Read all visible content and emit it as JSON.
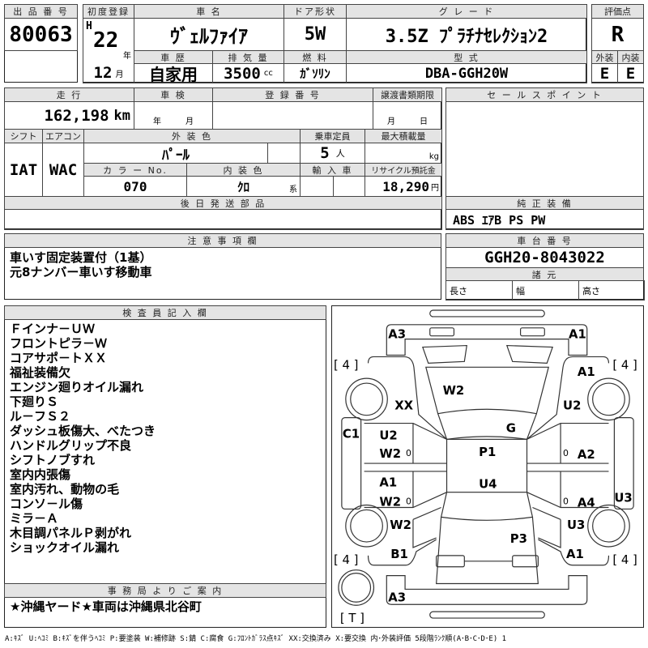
{
  "lot": {
    "label": "出 品 番 号",
    "value": "80063"
  },
  "first_reg": {
    "label": "初度登録",
    "era": "H",
    "year": "22",
    "year_unit": "年",
    "month": "12",
    "month_unit": "月"
  },
  "car_name": {
    "label": "車 名",
    "value": "ｳﾞｪﾙﾌｧｲｱ"
  },
  "door": {
    "label": "ドア形状",
    "value": "5W"
  },
  "grade": {
    "label": "グ レ ー ド",
    "value": "3.5Z ﾌﾟﾗﾁﾅｾﾚｸｼｮﾝ2"
  },
  "score": {
    "label": "評価点",
    "value": "R",
    "exterior_label": "外装",
    "interior_label": "内装",
    "exterior": "E",
    "interior": "E"
  },
  "history": {
    "label": "車 歴",
    "value": "自家用"
  },
  "displacement": {
    "label": "排 気 量",
    "value": "3500",
    "unit": "cc"
  },
  "fuel": {
    "label": "燃 料",
    "value": "ｶﾞｿﾘﾝ"
  },
  "model": {
    "label": "型 式",
    "value": "DBA-GGH20W"
  },
  "mileage": {
    "label": "走 行",
    "value": "162,198",
    "unit": "km"
  },
  "inspection": {
    "label": "車 検",
    "year_unit": "年",
    "month_unit": "月"
  },
  "registration": {
    "label": "登 録 番 号"
  },
  "transfer": {
    "label": "譲渡書類期限",
    "month_unit": "月",
    "day_unit": "日"
  },
  "shift": {
    "label": "シフト",
    "value": "IAT"
  },
  "aircon": {
    "label": "エアコン",
    "value": "WAC"
  },
  "ext_color": {
    "label": "外 装 色",
    "value": "ﾊﾟｰﾙ"
  },
  "capacity": {
    "label": "乗車定員",
    "value": "5",
    "unit": "人"
  },
  "max_load": {
    "label": "最大積載量",
    "unit": "kg"
  },
  "color_no": {
    "label": "カ ラ ー No.",
    "value": "070"
  },
  "int_color": {
    "label": "内 装 色",
    "value": "ｸﾛ",
    "unit": "系"
  },
  "import": {
    "label": "輸 入 車"
  },
  "recycle": {
    "label": "リサイクル預託金",
    "value": "18,290",
    "unit": "円"
  },
  "later_parts": {
    "label": "後 日 発 送 部 品"
  },
  "sales_point": {
    "label": "セ ー ル ス ポ イ ン ト"
  },
  "equipment": {
    "label": "純 正 装 備",
    "value": "ABS ｴｱB PS PW"
  },
  "notes": {
    "label": "注 意 事 項 欄",
    "lines": [
      "車いす固定装置付（1基）",
      "元8ナンバー車いす移動車"
    ]
  },
  "chassis": {
    "label": "車 台 番 号",
    "value": "GGH20-8043022",
    "specs_label": "諸 元",
    "length": "長さ",
    "width": "幅",
    "height": "高さ"
  },
  "inspector": {
    "label": "検 査 員 記 入 欄",
    "lines": [
      "Ｆインナ－ＵＷ",
      "フロントピラ－Ｗ",
      "コアサポ－トＸＸ",
      "福祉装備欠",
      "エンジン廻りオイル漏れ",
      "下廻りＳ",
      "ル－フＳ２",
      "ダッシュ板傷大、べたつき",
      "ハンドルグリップ不良",
      "シフトノブすれ",
      "室内内張傷",
      "室内汚れ、動物の毛",
      "コンソ－ル傷",
      "ミラ－Ａ",
      "木目調パネルＰ剥がれ",
      "ショックオイル漏れ"
    ]
  },
  "office": {
    "label": "事 務 局 よ り ご 案 内",
    "value": "★沖縄ヤード★車両は沖縄県北谷町"
  },
  "diagram": {
    "marks": [
      "A3",
      "A1",
      "[ 4 ]",
      "[ 4 ]",
      "A1",
      "W2",
      "XX",
      "U2",
      "G",
      "C1",
      "U2",
      "W2",
      "0",
      "P1",
      "0",
      "A2",
      "A1",
      "U4",
      "W2",
      "0",
      "0",
      "A4",
      "U3",
      "W2",
      "U3",
      "P3",
      "B1",
      "A1",
      "[ 4 ]",
      "[ 4 ]",
      "A3",
      "[ T ]"
    ]
  },
  "legend": "A:ｷｽﾞ U:ﾍｺﾐ B:ｷｽﾞを伴うﾍｺﾐ P:要塗装 W:補修跡 S:錆 C:腐食 G:ﾌﾛﾝﾄｶﾞﾗｽ点ｷｽﾞ XX:交換済み X:要交換 内･外装評価 5段階ﾗﾝｸ順(A･B･C･D･E) 1"
}
